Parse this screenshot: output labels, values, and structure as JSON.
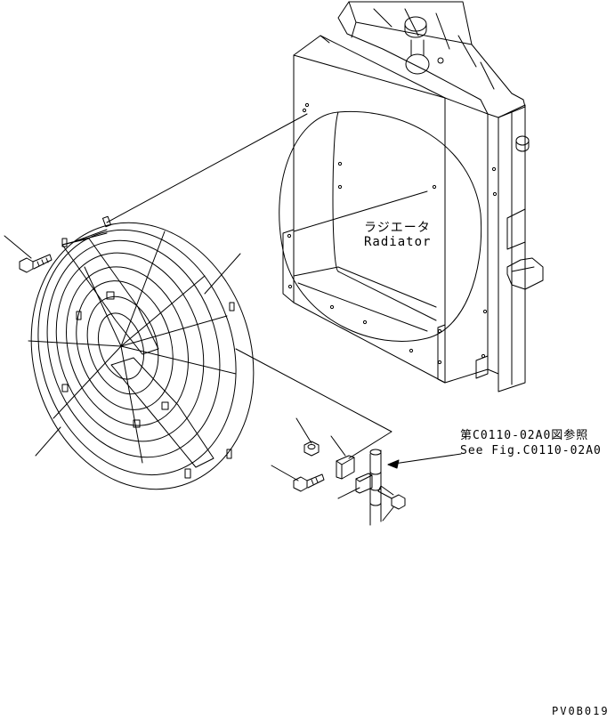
{
  "labels": {
    "radiator_jp": "ラジエータ",
    "radiator_en": "Radiator",
    "reference_jp": "第C0110-02A0図参照",
    "reference_en": "See Fig.C0110-02A0",
    "drawing_code": "PV0B019"
  },
  "colors": {
    "line": "#000000",
    "background": "#ffffff"
  }
}
